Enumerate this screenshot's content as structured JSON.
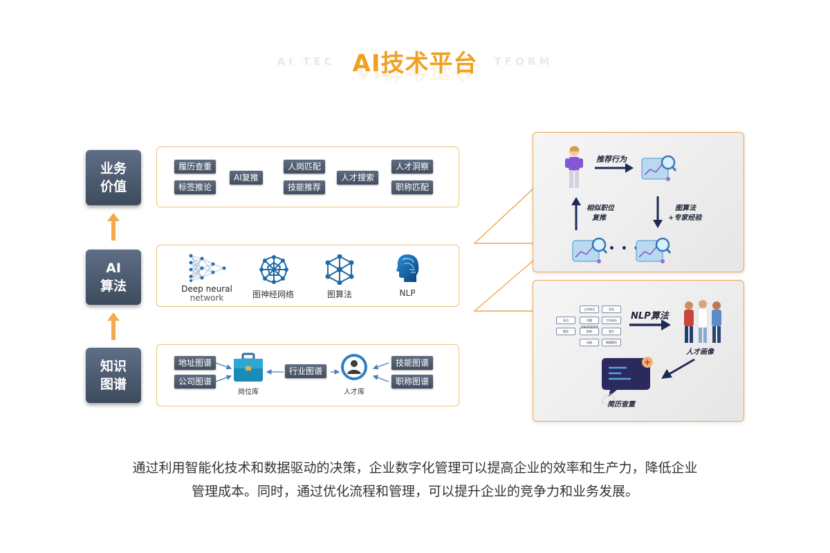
{
  "header": {
    "title": "AI技术平台",
    "bg_text_left": "AI TEC",
    "bg_text_right": "TFORM"
  },
  "layers": [
    {
      "name_line1": "业务",
      "name_line2": "价值"
    },
    {
      "name_line1": "AI",
      "name_line2": "算法"
    },
    {
      "name_line1": "知识",
      "name_line2": "图谱"
    }
  ],
  "business": {
    "chips": [
      "履历查重",
      "标签推论",
      "AI复推",
      "人岗匹配",
      "技能推荐",
      "人才搜索",
      "人才洞察",
      "职称匹配"
    ]
  },
  "algorithms": {
    "deep_line1": "Deep neural",
    "deep_line2": "network",
    "gnn": "图神经网络",
    "graph": "图算法",
    "nlp": "NLP"
  },
  "knowledge": {
    "address": "地址图谱",
    "company": "公司图谱",
    "industry": "行业图谱",
    "skill": "技能图谱",
    "title": "职称图谱",
    "job_db": "岗位库",
    "talent_db": "人才库"
  },
  "top_box": {
    "recommend": "推荐行为",
    "similar_line1": "相似职位",
    "similar_line2": "复推",
    "algo_line1": "图算法",
    "algo_line2": "+专家经验",
    "dots": "• • •"
  },
  "bottom_box": {
    "nlp": "NLP算法",
    "portrait": "人才画像",
    "dedup": "简历查重",
    "tags": [
      "工作地点",
      "学历",
      "亮点",
      "问题requirement",
      "工作经历",
      "薪资",
      "职称",
      "潜力",
      "技能",
      "期望薪资"
    ]
  },
  "footer": {
    "line1": "通过利用智能化技术和数据驱动的决策，企业数字化管理可以提高企业的效率和生产力，降低企业",
    "line2": "管理成本。同时，通过优化流程和管理，可以提升企业的竞争力和业务发展。"
  },
  "colors": {
    "accent": "#f0a020",
    "badge": "#4a576b",
    "panel_border": "#f0c27a",
    "navy": "#1d2a55"
  }
}
